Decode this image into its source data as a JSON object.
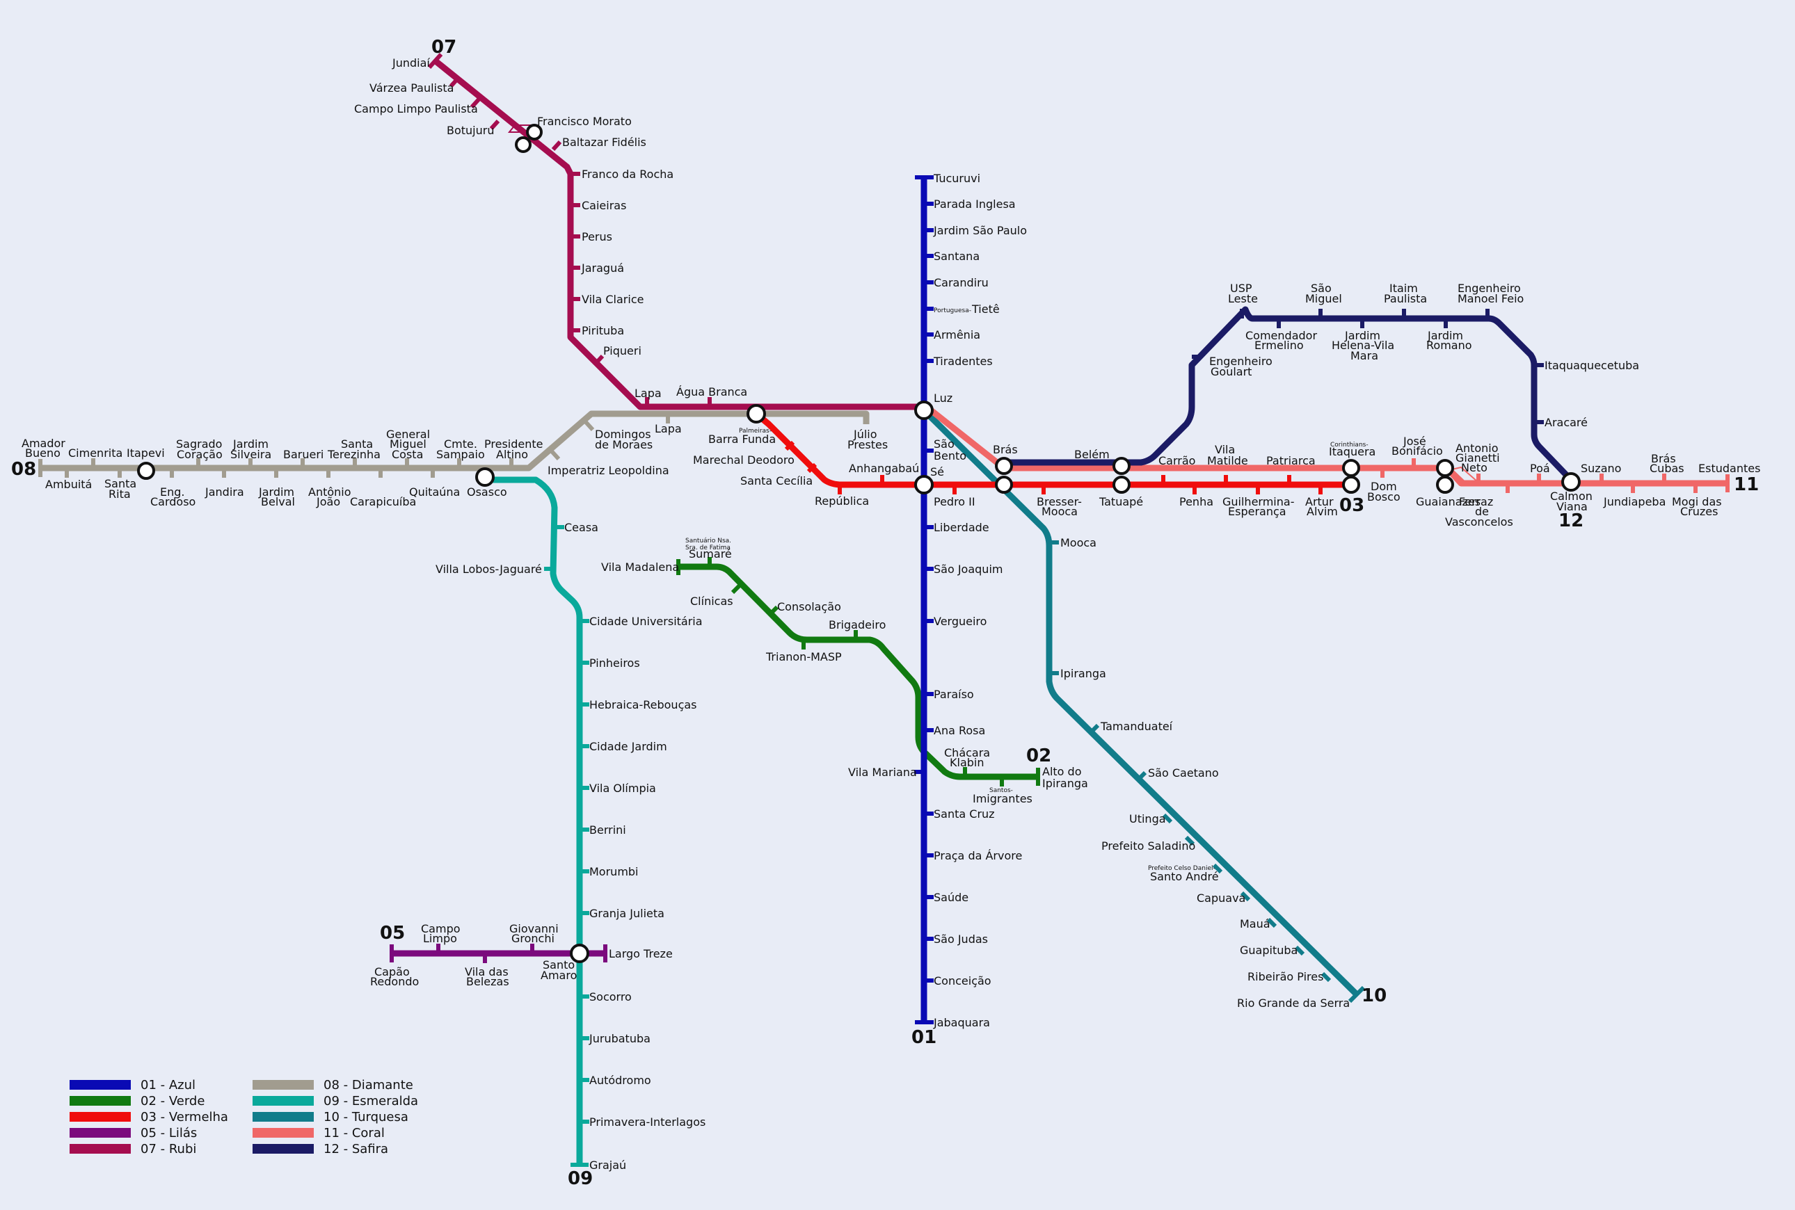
{
  "lines": {
    "l01": {
      "number": "01",
      "color": "#0a0ab4"
    },
    "l02": {
      "number": "02",
      "color": "#117a11"
    },
    "l03": {
      "number": "03",
      "color": "#f00d0d"
    },
    "l05": {
      "number": "05",
      "color": "#7b0a7d"
    },
    "l07": {
      "number": "07",
      "color": "#a50d4f"
    },
    "l08": {
      "number": "08",
      "color": "#a19c8f"
    },
    "l09": {
      "number": "09",
      "color": "#0aa99b"
    },
    "l10": {
      "number": "10",
      "color": "#117c8a"
    },
    "l11": {
      "number": "11",
      "color": "#f06767"
    },
    "l12": {
      "number": "12",
      "color": "#1b1b65"
    }
  },
  "legend": [
    {
      "label": "01 - Azul",
      "color": "#0a0ab4"
    },
    {
      "label": "02 - Verde",
      "color": "#117a11"
    },
    {
      "label": "03 - Vermelha",
      "color": "#f00d0d"
    },
    {
      "label": "05 - Lilás",
      "color": "#7b0a7d"
    },
    {
      "label": "07 - Rubi",
      "color": "#a50d4f"
    },
    {
      "label": "08 - Diamante",
      "color": "#a19c8f"
    },
    {
      "label": "09 - Esmeralda",
      "color": "#0aa99b"
    },
    {
      "label": "10 - Turquesa",
      "color": "#117c8a"
    },
    {
      "label": "11 - Coral",
      "color": "#f06767"
    },
    {
      "label": "12 - Safira",
      "color": "#1b1b65"
    }
  ],
  "stations": {
    "l01": [
      "Tucuruvi",
      "Parada Inglesa",
      "Jardim São Paulo",
      "Santana",
      "Carandiru",
      "Portuguesa-",
      "Tietê",
      "Armênia",
      "Tiradentes",
      "Luz",
      "São",
      "Bento",
      "Sé",
      "Liberdade",
      "São Joaquim",
      "Vergueiro",
      "Paraíso",
      "Ana Rosa",
      "Vila Mariana",
      "Santa Cruz",
      "Praça da Árvore",
      "Saúde",
      "São Judas",
      "Conceição",
      "Jabaquara"
    ],
    "l02": [
      "Santuário Nsa.",
      "Sra. de Fatima",
      "Sumaré",
      "Vila Madalena",
      "Clínicas",
      "Consolação",
      "Brigadeiro",
      "Trianon-MASP",
      "Chácara",
      "Klabin",
      "Santos-",
      "Imigrantes",
      "Alto do",
      "Ipiranga"
    ],
    "l03": [
      "Palmeiras-",
      "Barra Funda",
      "Marechal Deodoro",
      "Santa Cecília",
      "Anhangabaú",
      "República",
      "Pedro II",
      "Bresser-",
      "Mooca",
      "Tatuapé",
      "Carrão",
      "Penha",
      "Vila",
      "Matilde",
      "Guilhermina-",
      "Esperança",
      "Patriarca",
      "Artur",
      "Alvim",
      "Corinthians-",
      "Itaquera"
    ],
    "l05": [
      "Capão",
      "Redondo",
      "Campo",
      "Limpo",
      "Vila das",
      "Belezas",
      "Giovanni",
      "Gronchi",
      "Santo",
      "Amaro",
      "Largo Treze"
    ],
    "l07": [
      "Jundiaí",
      "Várzea Paulista",
      "Campo Limpo Paulista",
      "Botujuru",
      "Francisco Morato",
      "Baltazar Fidélis",
      "Franco da Rocha",
      "Caieiras",
      "Perus",
      "Jaraguá",
      "Vila Clarice",
      "Pirituba",
      "Piqueri",
      "Lapa",
      "Água Branca"
    ],
    "l08": [
      "Amador",
      "Bueno",
      "Ambuitá",
      "Cimenrita",
      "Santa",
      "Rita",
      "Itapevi",
      "Eng.",
      "Cardoso",
      "Sagrado",
      "Coração",
      "Jandira",
      "Jardim",
      "Silveira",
      "Jardim",
      "Belval",
      "Barueri",
      "Antônio",
      "João",
      "Santa",
      "Terezinha",
      "Carapicuíba",
      "General",
      "Miguel",
      "Costa",
      "Quitaúna",
      "Cmte.",
      "Sampaio",
      "Osasco",
      "Presidente",
      "Altino",
      "Imperatriz Leopoldina",
      "Domingos",
      "de Moraes",
      "Lapa",
      "Júlio",
      "Prestes"
    ],
    "l09": [
      "Ceasa",
      "Villa Lobos-Jaguaré",
      "Cidade Universitária",
      "Pinheiros",
      "Hebraica-Rebouças",
      "Cidade Jardim",
      "Vila Olímpia",
      "Berrini",
      "Morumbi",
      "Granja Julieta",
      "Socorro",
      "Jurubatuba",
      "Autódromo",
      "Primavera-Interlagos",
      "Grajaú"
    ],
    "l10": [
      "Brás",
      "Mooca",
      "Ipiranga",
      "Tamanduateí",
      "São Caetano",
      "Utinga",
      "Prefeito Saladino",
      "Prefeito Celso Daniel-",
      "Santo André",
      "Capuava",
      "Mauá",
      "Guapituba",
      "Ribeirão Pires",
      "Rio Grande da Serra"
    ],
    "l11": [
      "Dom",
      "Bosco",
      "José",
      "Bonifácio",
      "Guaianazes",
      "Antonio",
      "Gianetti",
      "Neto",
      "Ferraz",
      "de",
      "Vasconcelos",
      "Poá",
      "Calmon",
      "Viana",
      "Suzano",
      "Jundiapeba",
      "Brás",
      "Cubas",
      "Mogi das",
      "Cruzes",
      "Estudantes"
    ],
    "l12": [
      "Belém",
      "Engenheiro",
      "Goulart",
      "USP",
      "Leste",
      "Comendador",
      "Ermelino",
      "São",
      "Miguel",
      "Jardim",
      "Helena-Vila",
      "Mara",
      "Itaim",
      "Paulista",
      "Jardim",
      "Romano",
      "Engenheiro",
      "Manoel Feio",
      "Itaquaquecetuba",
      "Aracaré"
    ]
  }
}
